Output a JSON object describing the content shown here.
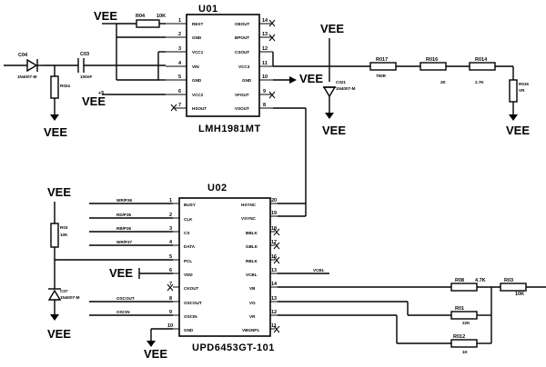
{
  "u01": {
    "ref": "U01",
    "part": "LMH1981MT",
    "left_pins": [
      {
        "num": "1",
        "name": "REXT"
      },
      {
        "num": "2",
        "name": "GND"
      },
      {
        "num": "3",
        "name": "VCC1"
      },
      {
        "num": "4",
        "name": "VIN"
      },
      {
        "num": "5",
        "name": "GND"
      },
      {
        "num": "6",
        "name": "VCC2"
      },
      {
        "num": "7",
        "name": "HSOUT"
      }
    ],
    "right_pins": [
      {
        "num": "14",
        "name": "OEOUT"
      },
      {
        "num": "13",
        "name": "BPOUT"
      },
      {
        "num": "12",
        "name": "CSOUT"
      },
      {
        "num": "11",
        "name": "VCC3"
      },
      {
        "num": "10",
        "name": "GND"
      },
      {
        "num": "9",
        "name": "VFOUT"
      },
      {
        "num": "8",
        "name": "VSOUT"
      }
    ]
  },
  "u02": {
    "ref": "U02",
    "part": "UPD6453GT-101",
    "left_pins": [
      {
        "num": "1",
        "name": "BUSY"
      },
      {
        "num": "2",
        "name": "CLK"
      },
      {
        "num": "3",
        "name": "CS"
      },
      {
        "num": "4",
        "name": "DATA"
      },
      {
        "num": "5",
        "name": "PCL"
      },
      {
        "num": "6",
        "name": "VDD"
      },
      {
        "num": "7",
        "name": "CKOUT"
      },
      {
        "num": "8",
        "name": "OSCOUT"
      },
      {
        "num": "9",
        "name": "OSCIN"
      },
      {
        "num": "10",
        "name": "GND"
      }
    ],
    "right_pins": [
      {
        "num": "20",
        "name": "HSYNC"
      },
      {
        "num": "19",
        "name": "VSYNC"
      },
      {
        "num": "18",
        "name": "BBLK"
      },
      {
        "num": "17",
        "name": "GBLK"
      },
      {
        "num": "16",
        "name": "RBLK"
      },
      {
        "num": "13",
        "name": "VCBL"
      },
      {
        "num": "14",
        "name": "VB"
      },
      {
        "num": "13",
        "name": "VG"
      },
      {
        "num": "12",
        "name": "VR"
      },
      {
        "num": "11",
        "name": "VBGNP1"
      }
    ]
  },
  "nets": {
    "vee": "VEE",
    "plus5": "+5",
    "vcbl": "VCBL",
    "signals": [
      "WR/P36",
      "RD/P35",
      "RB/P36",
      "WR/P37",
      "OSCOUT",
      "OSCIN"
    ]
  },
  "components": {
    "r04": {
      "ref": "R04",
      "value": "10K"
    },
    "c04": {
      "ref": "C04",
      "value": "1N4007-M"
    },
    "r024": {
      "ref": "R024"
    },
    "c03": {
      "ref": "C03",
      "value": "100nF"
    },
    "c021": {
      "ref": "C021",
      "value": "1N4007-M"
    },
    "r017": {
      "ref": "R017",
      "value": "750R"
    },
    "r016": {
      "ref": "R016",
      "value": "2K"
    },
    "r014": {
      "ref": "R014",
      "value": "2.7K"
    },
    "r015": {
      "ref": "R015",
      "value": "VR"
    },
    "r03": {
      "ref": "R03",
      "value": "10K"
    },
    "c07": {
      "ref": "C07",
      "value": "1N4007-M"
    },
    "r08": {
      "ref": "R08",
      "value": "4.7K"
    },
    "r03b": {
      "ref": "R03",
      "value": "10K"
    },
    "r01": {
      "ref": "R01",
      "value": "22K"
    },
    "r012": {
      "ref": "R012",
      "value": "1K"
    }
  }
}
